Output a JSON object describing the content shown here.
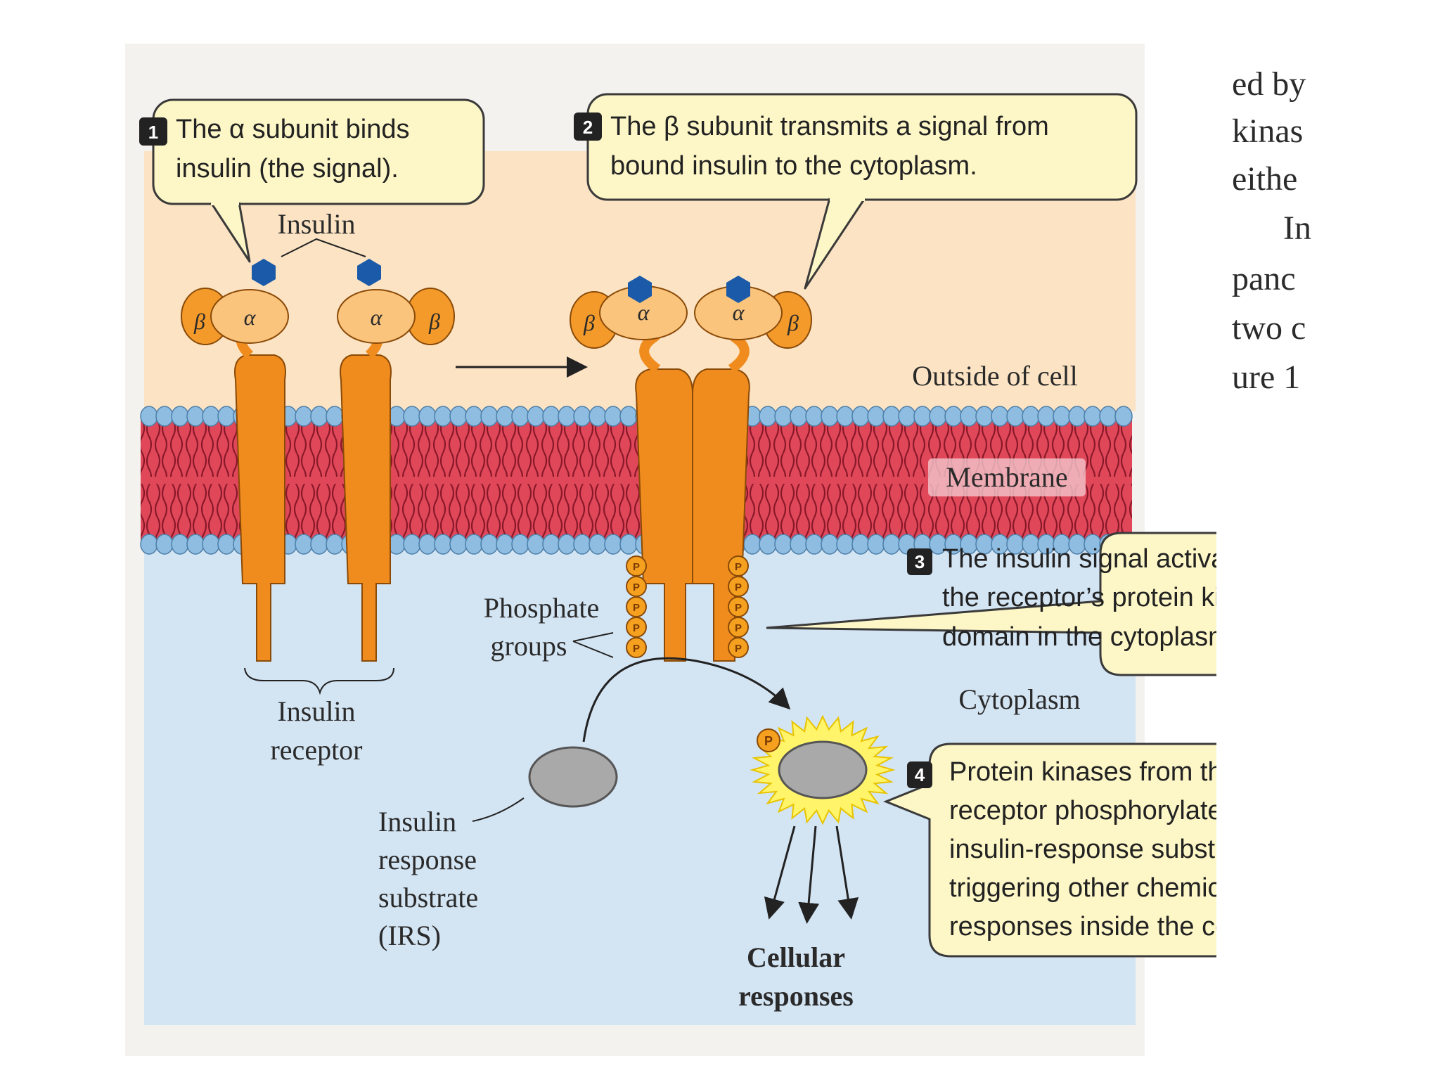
{
  "figure": {
    "steps": [
      {
        "num": "1",
        "lines": [
          "The α subunit binds",
          "insulin (the signal)."
        ]
      },
      {
        "num": "2",
        "lines": [
          "The β subunit transmits a signal from",
          "bound insulin to the cytoplasm."
        ]
      },
      {
        "num": "3",
        "lines": [
          "The insulin signal activates",
          "the receptor’s protein kinas",
          "domain in the cytoplasm."
        ]
      },
      {
        "num": "4",
        "lines": [
          "Protein kinases from the",
          "receptor phosphorylate",
          "insulin-response substrates,",
          "triggering other chemical",
          "responses inside the cell."
        ]
      }
    ],
    "labels": {
      "insulin": "Insulin",
      "alpha": "α",
      "beta": "β",
      "outside": "Outside of cell",
      "membrane": "Membrane",
      "cytoplasm": "Cytoplasm",
      "phosphate": [
        "Phosphate",
        "groups"
      ],
      "receptor": [
        "Insulin",
        "receptor"
      ],
      "irs": [
        "Insulin",
        "response",
        "substrate",
        "(IRS)"
      ],
      "cellular": [
        "Cellular",
        "responses"
      ],
      "p": "P"
    },
    "side_text": [
      "ed by",
      "kinas",
      "eithe",
      "In",
      "panc",
      "two c",
      "ure 1"
    ],
    "colors": {
      "outside_bg": "#fbe3c3",
      "cytoplasm_bg": "#d3e4f3",
      "membrane_red": "#e0485a",
      "head_blue": "#8fbde2",
      "receptor_orange": "#f08c1e",
      "insulin_blue": "#1a5aa8",
      "callout_fill": "#fdf6c6"
    }
  }
}
